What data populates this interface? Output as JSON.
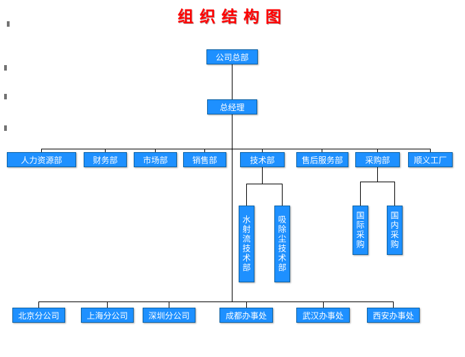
{
  "title": "组织结构图",
  "root_label": "公司总部",
  "manager_label": "总经理",
  "departments": [
    "人力资源部",
    "财务部",
    "市场部",
    "销售部",
    "技术部",
    "售后服务部",
    "采购部",
    "顺义工厂"
  ],
  "technology_sub_departments": [
    "水射流技术部",
    "吸除尘技术部"
  ],
  "procurement_sub_departments": [
    "国际采购",
    "国内采购"
  ],
  "branches": [
    "北京分公司",
    "上海分公司",
    "深圳分公司",
    "成都办事处",
    "武汉办事处",
    "西安办事处"
  ],
  "colors": {
    "box_fill": "#1E90FF",
    "box_border": "#0B61A4",
    "box_text": "#FFFFFF",
    "title": "#FF0000",
    "connector": "#000000",
    "background": "#FFFFFF"
  }
}
